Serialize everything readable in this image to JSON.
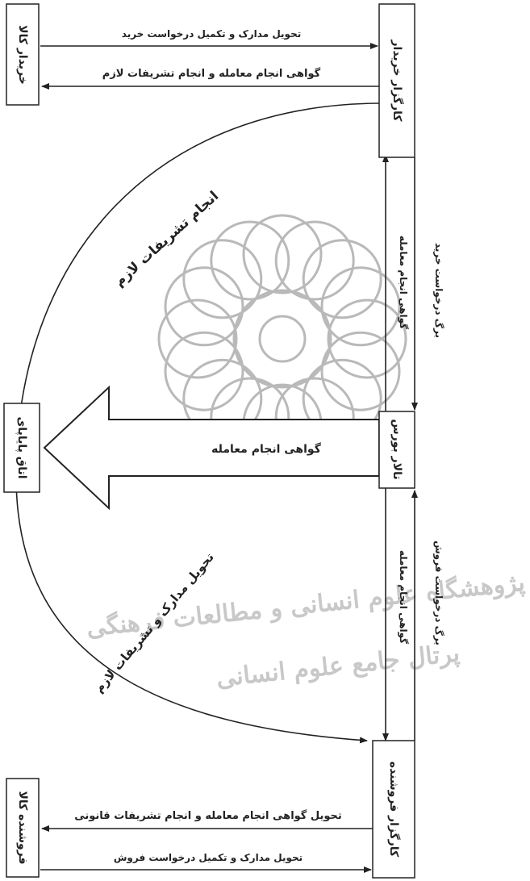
{
  "nodes": {
    "buyer": "خریدار کالا",
    "buyer_broker": "کارگزار خریدار",
    "exchange_hall": "تالار بورس",
    "clearing_room": "اتاق پایاپای",
    "seller_broker": "کارگزار فروشنده",
    "seller": "فروشنده کالا"
  },
  "edges": {
    "top_request": "تحویل مدارک و تکمیل درخواست خرید",
    "top_certificate": "گواهی انجام معامله و انجام تشریفات لازم",
    "arc_upper": "انجام تشریفات لازم",
    "arc_lower": "تحویل مدارک و تشریفات لازم",
    "buyer_side_certificate": "گواهی انجام معامله",
    "buyer_side_request": "برگ درخواست خرید",
    "seller_side_certificate": "گواهی انجام معامله",
    "seller_side_request": "برگ درخواست فروش",
    "big_arrow": "گواهی انجام معامله",
    "bottom_delivery": "تحویل گواهی انجام معامله و انجام تشریفات قانونی",
    "bottom_request": "تحویل مدارک و تکمیل درخواست فروش"
  },
  "watermark": {
    "line1": "پژوهشگاه علوم انسانی و مطالعات فرهنگی",
    "line2": "پرتال جامع علوم انسانی"
  }
}
